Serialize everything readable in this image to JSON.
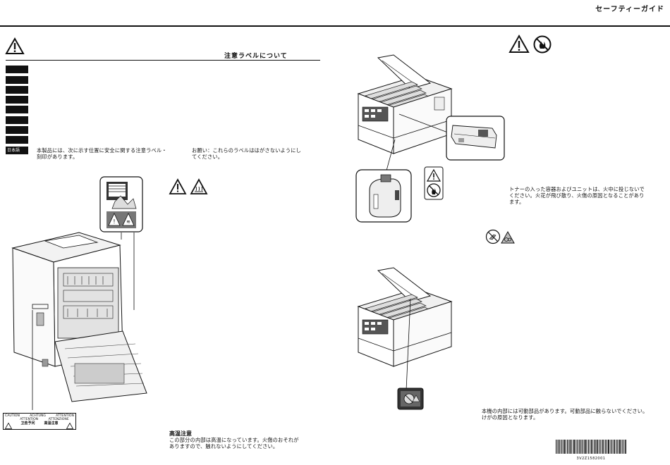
{
  "header": {
    "title": "セーフティーガイド"
  },
  "left": {
    "section_title": "注意ラベルについて",
    "lang_tag": "日本語",
    "intro_col1": [
      "本製品には、次に示す位置に安全に関する注意ラベル・",
      "刻印があります。"
    ],
    "intro_col2": [
      "お願い：これらのラベルははがさないようにし",
      "てください。"
    ],
    "label_strip": {
      "row1": [
        "CAUTION",
        "ACHTUNG",
        "ATTENTION"
      ],
      "row2": [
        "ATTENTION",
        "ATTENZIONE"
      ],
      "row3": [
        "卫些予问",
        "高温注意"
      ]
    },
    "hot_title": "高温注意",
    "hot_body": [
      "この部分の内部は高温になっています。火傷のおそれが",
      "ありますので、触れないようにしてください。"
    ]
  },
  "right": {
    "toner_text": [
      "トナーの入った容器およびユニットは、火中に投じないで",
      "ください。火花が飛び散り、火傷の原因となることがあり",
      "ます。"
    ],
    "moving_text": [
      "本機の内部には可動部品があります。可動部品に触らないでください。",
      "けがの原因となります。"
    ],
    "barcode_number": "3V2Z1582001"
  }
}
